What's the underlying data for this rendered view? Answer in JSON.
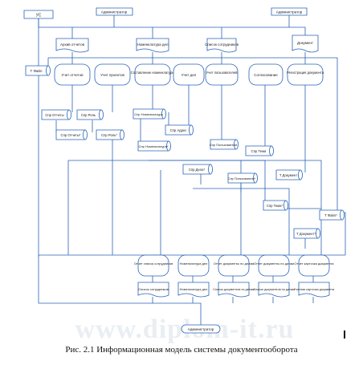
{
  "caption": "Рис. 2.1 Информационная модель системы документооборота",
  "watermark": "www.diplom-it.ru",
  "colors": {
    "line": "#2a63b6",
    "box": "#2a63b6",
    "text": "#222222"
  },
  "nodes": {
    "us": "УС",
    "admin_top": "Администратор",
    "admin_right": "Администратор",
    "admin_bottom": "Администратор",
    "spravka_otchetov": "Архив отчетов",
    "spravka_nomenklatury": "Номенклатура дел",
    "spisok_sotrudnikov": "Список сотрудников",
    "dokument": "Документ",
    "t_fail": "Т Файл",
    "uchet_otchetov": "Учет отчетов",
    "uchet_proektov": "Учет проектов",
    "sostavlenie_nomenklatury": "Составление номенклатуры",
    "uchet_del": "Учет дел",
    "uchet_polzovatelei": "Учет пользователей",
    "soglasovanie": "Согласование",
    "registratsiya_dokumenta": "Регистрация документа",
    "spr_otchety": "Спр Отчеты",
    "spr_otchety2": "Спр Отчеты*",
    "spr_rol": "Спр Роль",
    "spr_rol2": "Спр Роль*",
    "spr_nomenklatura": "Спр Номенклатура",
    "spr_nomenklatura2": "Спр Номенклатура*",
    "spr_adres": "Спр Адрес",
    "spr_polzovatel": "Спр Пользователи",
    "spr_polzovatel2": "Спр Пользователи*",
    "spr_dela": "Спр Дела*",
    "spr_tema": "Спр Тема",
    "t_dokument": "Т Документ",
    "spr_tema2": "Спр Тема*",
    "t_fail2": "Т Файл*",
    "t_dokument2": "Т Документ*",
    "otchet_spisok": "Отчет список сотрудников",
    "otchet_nomenklatura": "Номенклатура дел",
    "otchet_dela": "Отчет документы по делам",
    "otchet_dokumenty": "Отчет документы по датам",
    "otchet_kartochka": "Отчет карточка документа",
    "doc_spisok": "Список сотрудников",
    "doc_nomenklatura": "Номенклатура дел",
    "doc_dela": "Список документов по делам",
    "doc_dokumenty": "Список документов по датам",
    "doc_kartochka": "Учетная карточка документа"
  }
}
